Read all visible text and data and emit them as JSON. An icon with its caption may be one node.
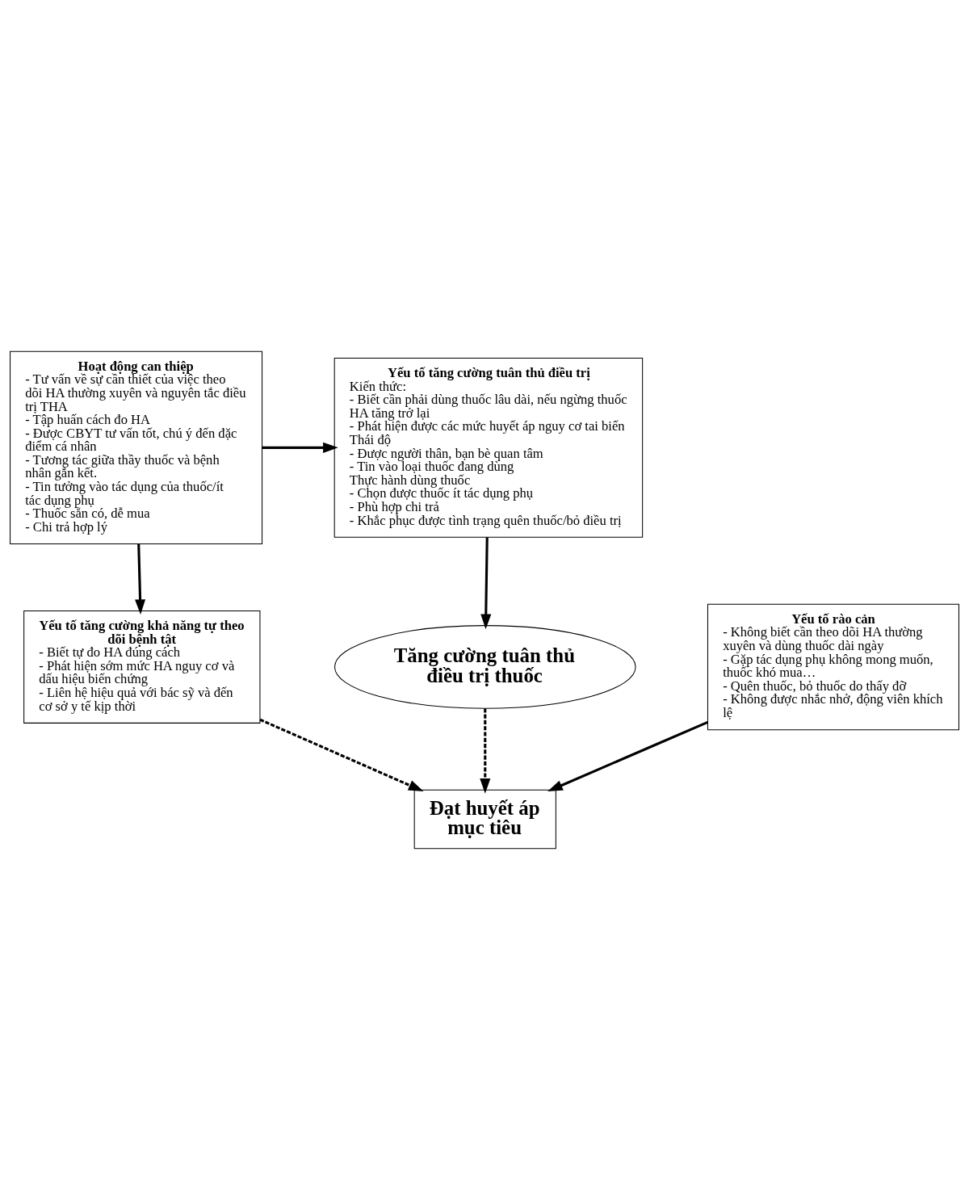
{
  "diagram": {
    "nodes": [
      {
        "text": [
          "Hoạt động can thiệp",
          "- Tư vấn về sự cần thiết của việc theo dõi HA thường xuyên và nguyên tắc điều trị THA",
          "- Tập huấn cách đo HA",
          "- Được CBYT tư vấn tốt, chú ý đến đặc điểm cá nhân",
          "- Tương tác giữa thầy thuốc và bệnh nhân gắn kết.",
          "- Tin tưởng vào tác dụng của thuốc/ít tác dụng phụ",
          "- Thuốc sẵn có, dễ mua",
          "- Chi trả hợp lý"
        ]
      },
      {
        "text": [
          "Yếu tố tăng cường tuân thủ điều trị",
          "Kiến thức:",
          "- Biết cần phải dùng thuốc lâu dài, nếu ngừng thuốc HA tăng trở lại",
          "- Phát hiện được các mức huyết áp nguy cơ tai biến",
          "Thái độ",
          "- Được người thân, bạn bè quan tâm",
          "- Tin vào loại thuốc đang dùng",
          "Thực hành dùng thuốc",
          "- Chọn được thuốc ít tác dụng phụ",
          "- Phù hợp chi trả",
          "- Khắc phục được tình trạng quên thuốc/bỏ điều trị"
        ]
      },
      {
        "text": [
          "Yếu tố tăng cường khả năng tự theo dõi bệnh tật",
          "- Biết tự đo HA đúng cách",
          "- Phát hiện sớm mức HA nguy cơ và dấu hiệu biến chứng",
          "- Liên hệ hiệu quả với bác sỹ và đến cơ sở y tế kịp thời"
        ]
      },
      {
        "text": [
          "Tăng cường tuân thủ điều trị thuốc"
        ]
      },
      {
        "text": [
          "Đạt huyết áp mục tiêu"
        ]
      },
      {
        "text": [
          "Yếu tố rào cản",
          "- Không biết cần theo dõi HA thường xuyên và dùng thuốc dài ngày",
          "- Gặp tác dụng phụ không mong muốn, thuốc khó mua…",
          "- Quên thuốc, bỏ thuốc do thấy đỡ",
          "- Không được nhắc nhở, động viên khích lệ"
        ]
      }
    ],
    "edges": [
      {
        "from": 0,
        "to": 1,
        "arrow": "to"
      },
      {
        "from": 0,
        "to": 2,
        "arrow": "to"
      },
      {
        "from": 1,
        "to": 3,
        "arrow": "to"
      },
      {
        "from": 3,
        "to": 4,
        "arrow": "to",
        "style": "dashed"
      },
      {
        "from": 2,
        "to": 4,
        "arrow": "to",
        "style": "dashed"
      },
      {
        "from": 5,
        "to": 4,
        "arrow": "to"
      }
    ]
  }
}
